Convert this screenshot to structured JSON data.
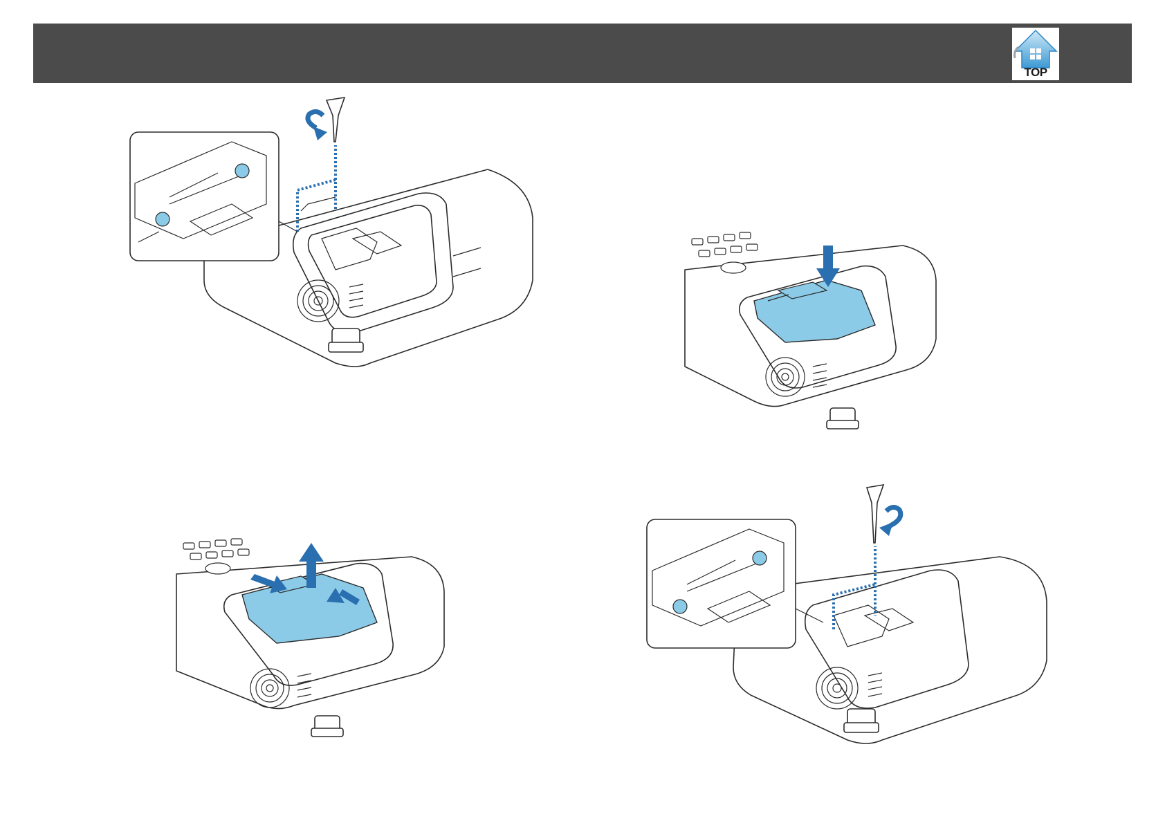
{
  "header": {
    "top_button": {
      "label": "TOP",
      "icon": "house-arrow-icon"
    }
  },
  "colors": {
    "header_bg": "#4b4b4b",
    "lamp_blue": "#8ccbe8",
    "arrow_blue": "#2a6fb0",
    "line": "#2b2b2b"
  },
  "figures": [
    {
      "step": "loosen-lamp-screws",
      "icons": [
        "screwdriver-icon",
        "counterclockwise-arrow-icon",
        "screw-detail-inset"
      ]
    },
    {
      "step": "insert-new-lamp",
      "icons": [
        "down-arrow-icon",
        "lamp-unit"
      ]
    },
    {
      "step": "remove-old-lamp",
      "icons": [
        "up-arrow-icon",
        "push-arrow-icon",
        "lamp-unit"
      ]
    },
    {
      "step": "tighten-lamp-screws",
      "icons": [
        "screwdriver-icon",
        "clockwise-arrow-icon",
        "screw-detail-inset"
      ]
    }
  ]
}
